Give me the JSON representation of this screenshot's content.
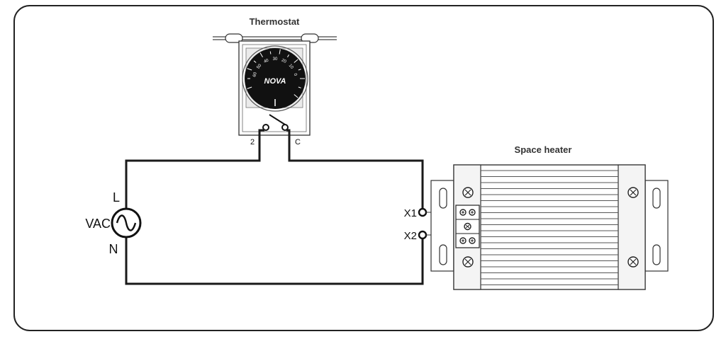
{
  "thermostat": {
    "title": "Thermostat",
    "brand": "NOVA",
    "dial_scale": [
      "60",
      "50",
      "40",
      "30",
      "20",
      "10",
      "0"
    ],
    "terminal_left": "2",
    "terminal_right": "C"
  },
  "heater": {
    "title": "Space heater",
    "terminal_1": "X1",
    "terminal_2": "X2"
  },
  "source": {
    "label": "VAC",
    "line": "L",
    "neutral": "N"
  }
}
